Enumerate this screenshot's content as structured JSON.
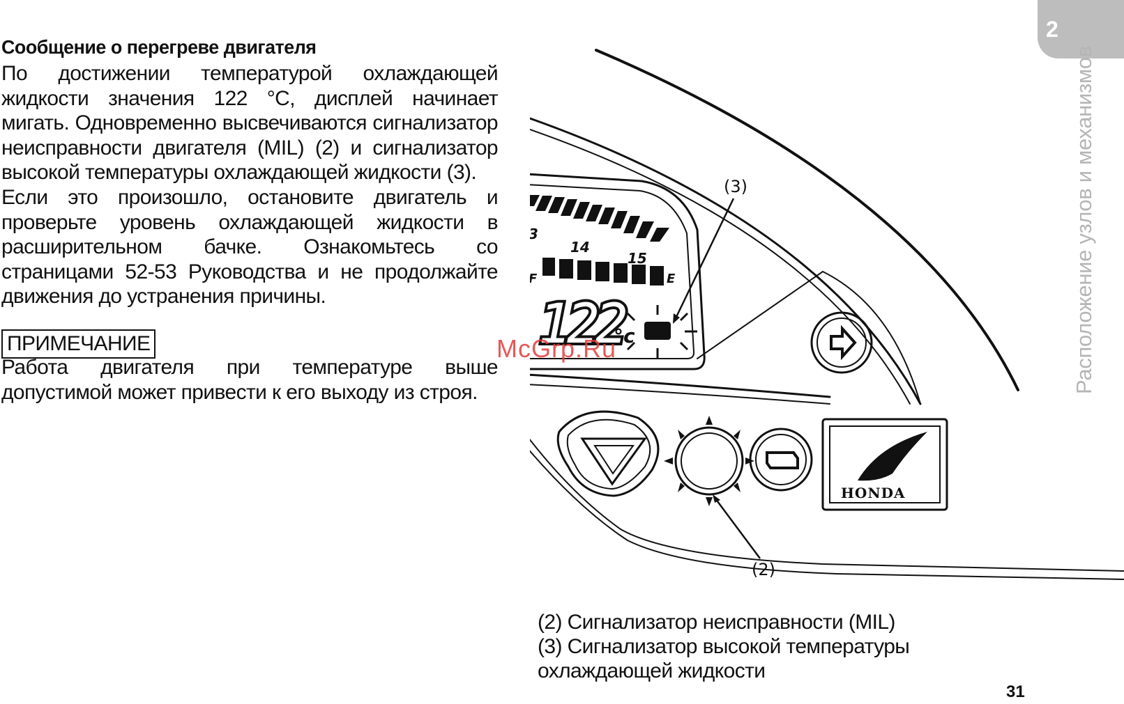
{
  "heading": "Сообщение о перегреве двигателя",
  "paragraph1": "По достижении температурой охлаждающей жидкости значения 122 °С, дисплей начинает мигать. Одновременно высвечиваются сигнализатор неисправности двигателя (MIL) (2) и сигнализатор высокой температуры охлаждающей жидкости (3).",
  "paragraph2": "Если это произошло, остановите двигатель и проверьте уровень охлаждающей жидкости в расширительном бачке. Ознакомьтесь со страницами 52-53 Руководства и не продолжайте движения до устранения причины.",
  "note_label": "ПРИМЕЧАНИЕ",
  "note_text": "Работа двигателя при температуре выше допустимой может привести к его выходу из строя.",
  "figure": {
    "callout3": "(3)",
    "callout2": "(2)",
    "scale_3": "3",
    "scale_14": "14",
    "scale_15": "15",
    "fuel_f": "F",
    "fuel_e": "E",
    "temp_value": "122",
    "temp_unit": "°c",
    "brand": "HONDA"
  },
  "captions": {
    "c2": "(2) Сигнализатор неисправности (MIL)",
    "c3": "(3) Сигнализатор высокой температуры охлаждающей жидкости"
  },
  "page_number": "31",
  "section_number": "2",
  "section_title": "Расположение узлов и механизмов",
  "watermark": "McGrp.Ru"
}
